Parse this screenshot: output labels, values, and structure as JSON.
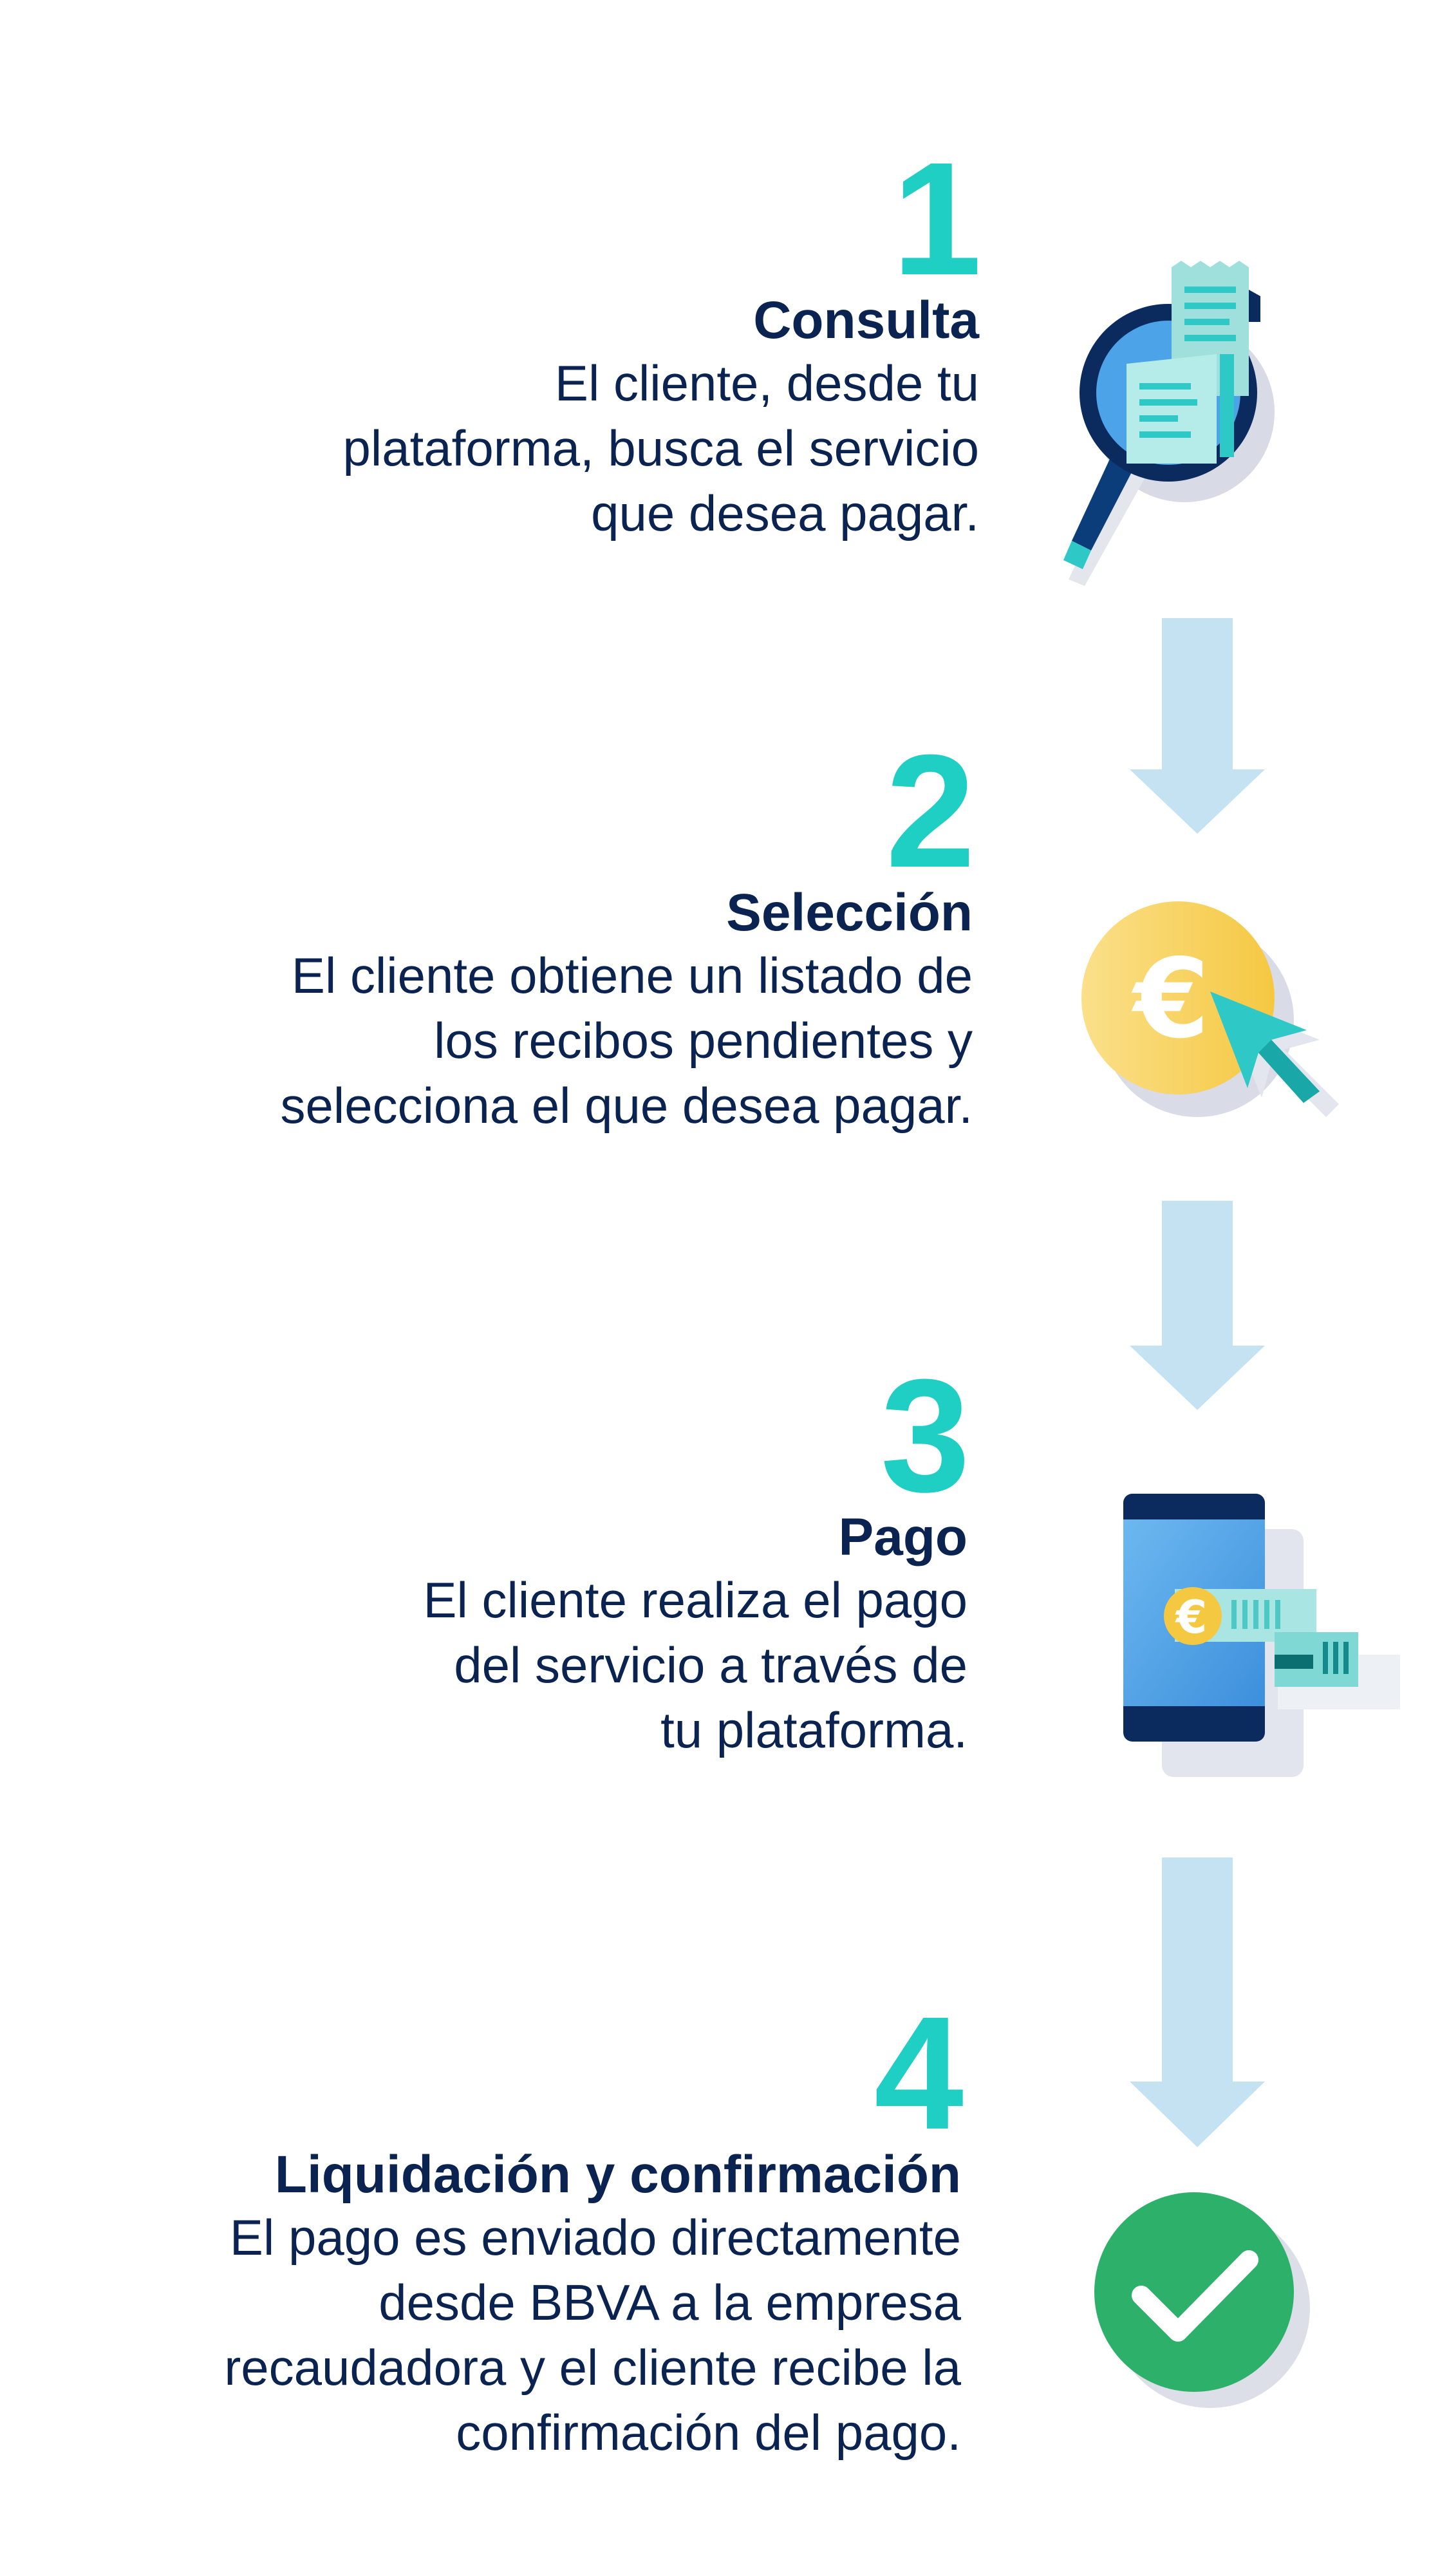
{
  "steps": [
    {
      "number": "1",
      "title": "Consulta",
      "lines": [
        "El cliente, desde tu",
        "plataforma, busca el servicio",
        "que desea pagar."
      ]
    },
    {
      "number": "2",
      "title": "Selección",
      "lines": [
        "El cliente obtiene un listado de",
        "los recibos pendientes y",
        "selecciona el que desea pagar."
      ]
    },
    {
      "number": "3",
      "title": "Pago",
      "lines": [
        "El cliente realiza el pago",
        "del servicio a través de",
        "tu plataforma."
      ]
    },
    {
      "number": "4",
      "title": "Liquidación y confirmación",
      "lines": [
        "El pago es enviado directamente",
        "desde BBVA a la empresa",
        "recaudadora y el cliente recibe la",
        "confirmación del pago."
      ]
    }
  ],
  "icons": {
    "step1": "magnifier-receipt-icon",
    "step2": "euro-coin-cursor-icon",
    "step3": "phone-payment-icon",
    "step4": "checkmark-icon",
    "currency_symbol": "€"
  },
  "colors": {
    "number": "#1fcfc4",
    "text": "#0b2350",
    "arrow": "#c5e2f2",
    "check": "#2db06a",
    "coin": "#f5c842",
    "phone": "#4aa0e6"
  }
}
